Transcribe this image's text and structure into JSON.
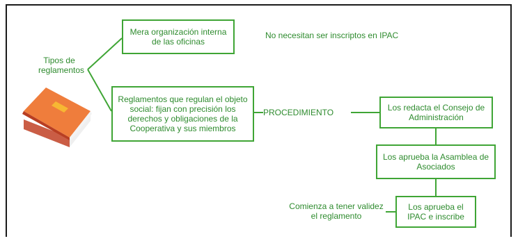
{
  "diagram": {
    "root_label": "Tipos de reglamentos",
    "branch_internal": "Mera organización interna de las oficinas",
    "branch_internal_note": "No necesitan ser inscriptos en IPAC",
    "branch_social": "Reglamentos que regulan el objeto social: fijan con precisión los derechos y obligaciones de la Cooperativa y sus miembros",
    "procedure_label": "PROCEDIMIENTO",
    "steps": [
      "Los redacta el Consejo de Administración",
      "Los aprueba la Asamblea de Asociados",
      "Los aprueba el IPAC e inscribe"
    ],
    "final_note": "Comienza a tener validez el reglamento",
    "book_icon": "book-icon",
    "colors": {
      "accent": "#3fa535",
      "text": "#2e8b2e",
      "book": "#e8622c",
      "frame": "#1a1a1a"
    }
  }
}
